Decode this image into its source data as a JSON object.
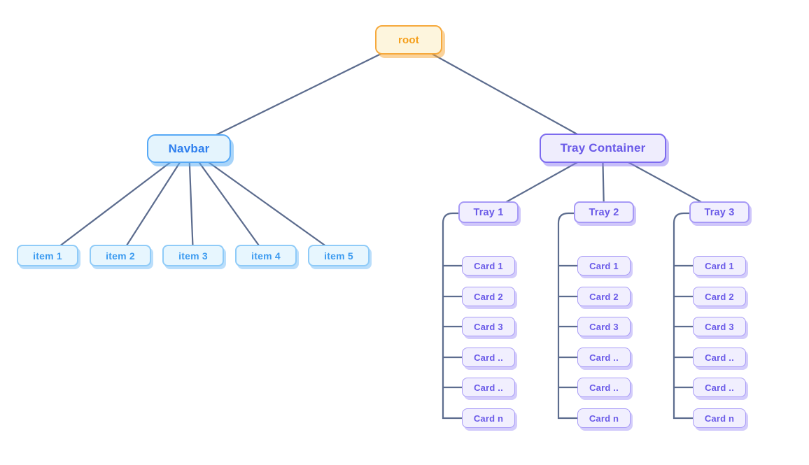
{
  "diagram": {
    "root": {
      "label": "root"
    },
    "navbar": {
      "label": "Navbar",
      "items": [
        "item 1",
        "item 2",
        "item 3",
        "item 4",
        "item 5"
      ]
    },
    "tray_container": {
      "label": "Tray Container",
      "trays": [
        {
          "label": "Tray 1",
          "cards": [
            "Card 1",
            "Card 2",
            "Card 3",
            "Card ..",
            "Card ..",
            "Card n"
          ]
        },
        {
          "label": "Tray 2",
          "cards": [
            "Card 1",
            "Card 2",
            "Card 3",
            "Card ..",
            "Card ..",
            "Card n"
          ]
        },
        {
          "label": "Tray 3",
          "cards": [
            "Card 1",
            "Card 2",
            "Card 3",
            "Card ..",
            "Card ..",
            "Card n"
          ]
        }
      ]
    }
  },
  "colors": {
    "edge": "#5C6C8E",
    "root_border": "#F6A93C",
    "root_bg": "#FDF5DD",
    "root_text": "#F59E18",
    "blue_border": "#57A9F6",
    "blue_bg": "#E4F4FD",
    "blue_text": "#2E7FEE",
    "item_border": "#8FCBF8",
    "item_bg": "#E7F6FE",
    "item_text": "#3D9BF0",
    "purple_border": "#7D6BEF",
    "purple_bg": "#EFEDFD",
    "purple_text": "#6A5AE8",
    "lavender_border": "#A79AF6",
    "lavender_bg": "#F1EFFE"
  }
}
